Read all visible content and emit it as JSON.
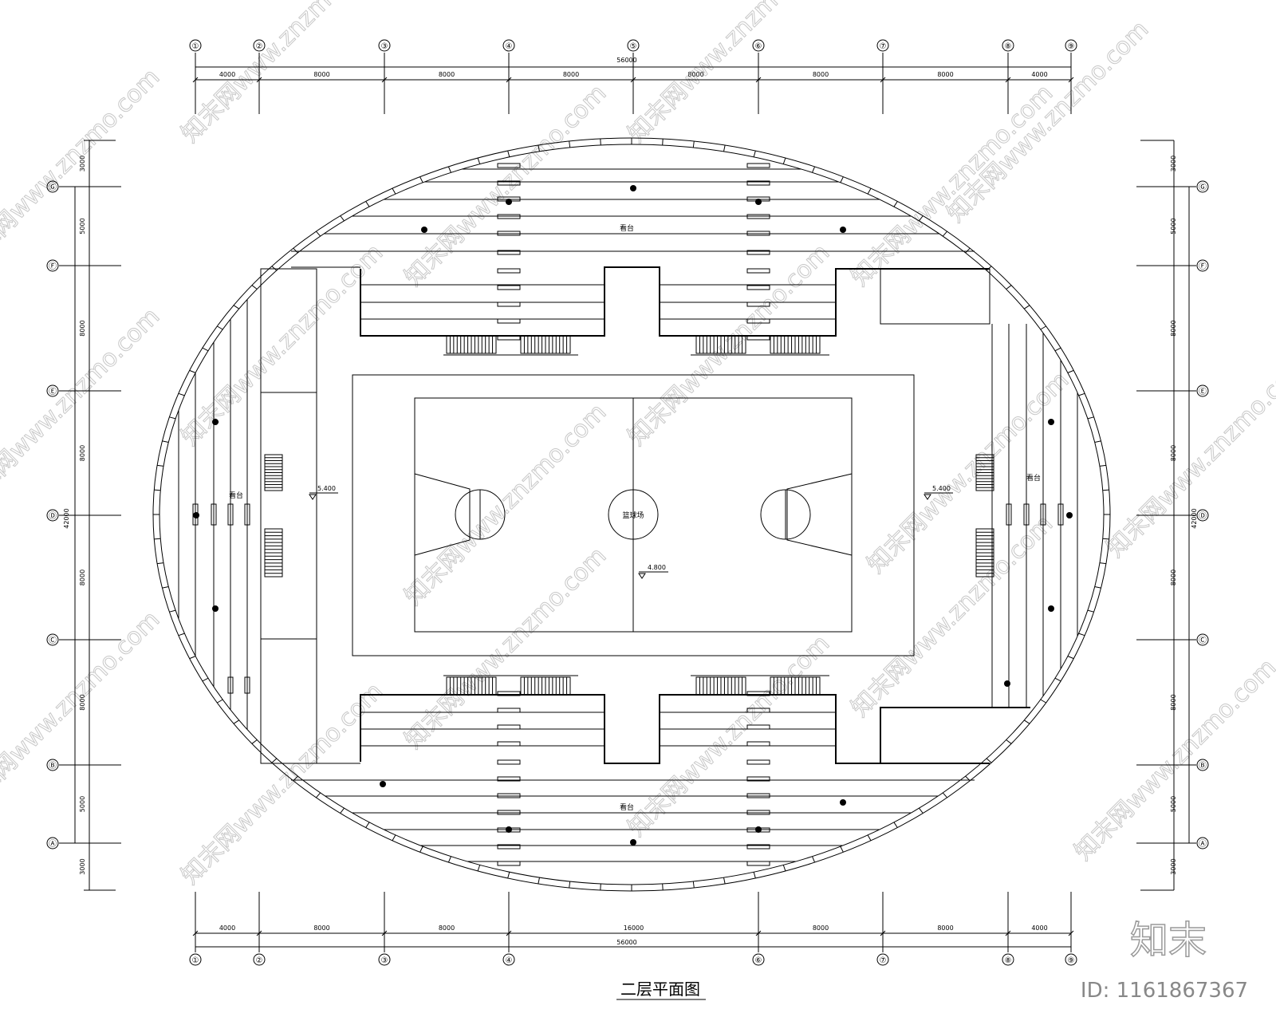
{
  "drawing_title": "二层平面图",
  "top_axes": [
    "①",
    "②",
    "③",
    "④",
    "⑤",
    "⑥",
    "⑦",
    "⑧",
    "⑨"
  ],
  "bottom_axes": [
    "①",
    "②",
    "③",
    "④",
    "⑥",
    "⑦",
    "⑧",
    "⑨"
  ],
  "side_axes": [
    "Ⓖ",
    "Ⓕ",
    "Ⓔ",
    "Ⓓ",
    "Ⓒ",
    "Ⓑ",
    "Ⓐ"
  ],
  "top_dims": [
    "4000",
    "8000",
    "8000",
    "8000",
    "8000",
    "8000",
    "8000",
    "4000"
  ],
  "top_total": "56000",
  "bottom_dims": [
    "4000",
    "8000",
    "8000",
    "16000",
    "8000",
    "8000",
    "4000"
  ],
  "bottom_total": "56000",
  "side_dims": [
    "3000",
    "5000",
    "8000",
    "8000",
    "8000",
    "8000",
    "5000",
    "3000"
  ],
  "side_total": "42000",
  "labels": {
    "seating": "看台",
    "court": "篮球场",
    "court_level": "4.800",
    "left_level": "5.400",
    "right_level": "5.400"
  },
  "watermark": {
    "url": "www.znzmo.com",
    "logo": "知末",
    "id": "ID: 1161867367"
  }
}
